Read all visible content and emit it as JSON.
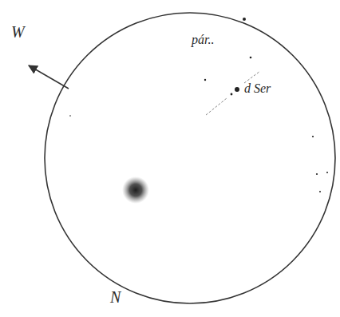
{
  "diagram": {
    "labels": [
      "W",
      "pár..",
      "d Ser",
      "N"
    ]
  }
}
